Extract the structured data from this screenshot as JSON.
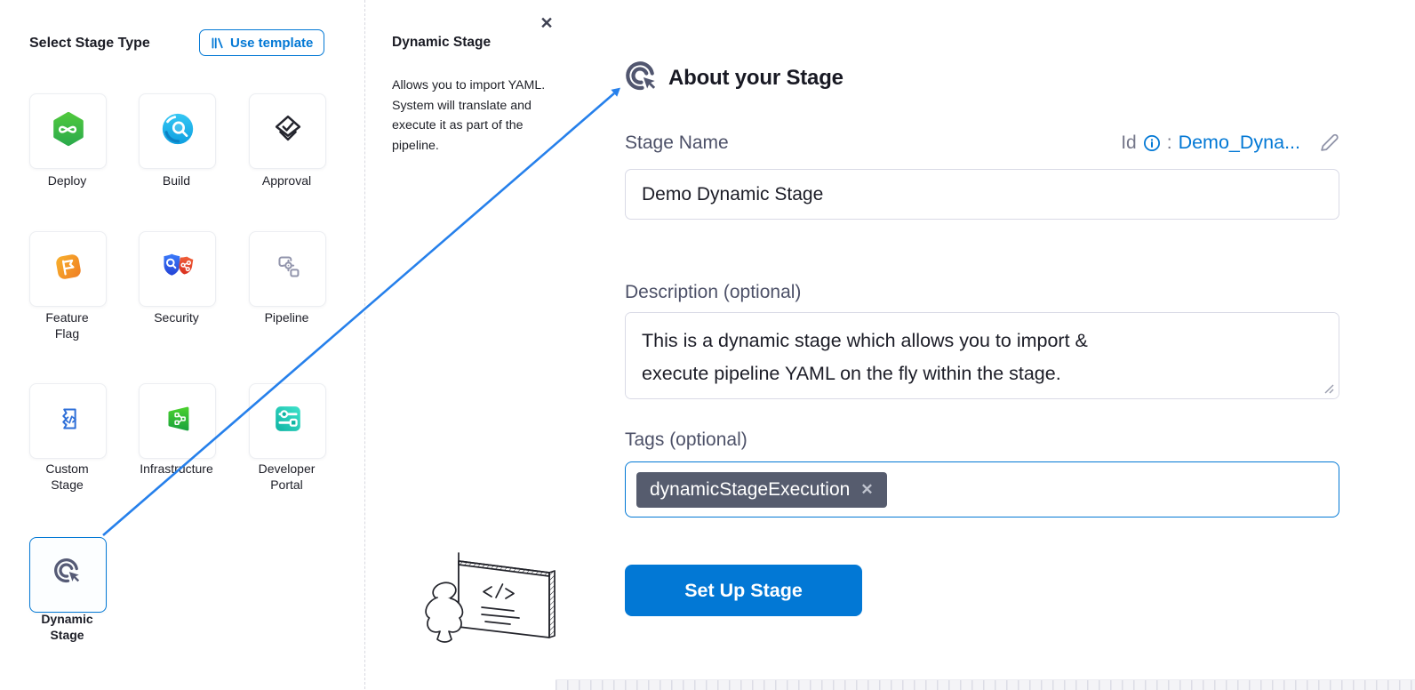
{
  "colors": {
    "primary": "#0278d5",
    "arrow": "#2680eb",
    "tag_chip_bg": "#565c6e",
    "icon_slate": "#565b76"
  },
  "left_panel": {
    "title": "Select Stage Type",
    "use_template": {
      "label": "Use template",
      "icon": "template-library-icon"
    },
    "stages": [
      {
        "label": "Deploy",
        "icon": "deploy-icon",
        "selected": false
      },
      {
        "label": "Build",
        "icon": "build-icon",
        "selected": false
      },
      {
        "label": "Approval",
        "icon": "approval-icon",
        "selected": false
      },
      {
        "label": "Feature\nFlag",
        "icon": "feature-flag-icon",
        "selected": false
      },
      {
        "label": "Security",
        "icon": "security-icon",
        "selected": false
      },
      {
        "label": "Pipeline",
        "icon": "pipeline-icon",
        "selected": false
      },
      {
        "label": "Custom\nStage",
        "icon": "custom-stage-icon",
        "selected": false
      },
      {
        "label": "Infrastructure",
        "icon": "infrastructure-icon",
        "selected": false
      },
      {
        "label": "Developer\nPortal",
        "icon": "developer-portal-icon",
        "selected": false
      },
      {
        "label": "Dynamic\nStage",
        "icon": "dynamic-stage-icon",
        "selected": true
      }
    ]
  },
  "info_panel": {
    "title": "Dynamic Stage",
    "close_icon": "✕",
    "description": "Allows you to import YAML. System will translate and execute it as part of the pipeline."
  },
  "form_panel": {
    "title": "About your Stage",
    "title_icon": "dynamic-stage-icon",
    "id_row": {
      "label": "Id",
      "info_icon": "info-icon",
      "separator": ":",
      "value": "Demo_Dyna...",
      "edit_icon": "pencil-icon"
    },
    "stage_name": {
      "label": "Stage Name",
      "value": "Demo Dynamic Stage"
    },
    "description": {
      "label": "Description (optional)",
      "value": "This is a dynamic stage which allows you to import &\nexecute pipeline YAML on the fly within the stage."
    },
    "tags": {
      "label": "Tags (optional)",
      "chips": [
        {
          "label": "dynamicStageExecution",
          "remove_icon": "✕"
        }
      ]
    },
    "submit": {
      "label": "Set Up Stage"
    }
  }
}
